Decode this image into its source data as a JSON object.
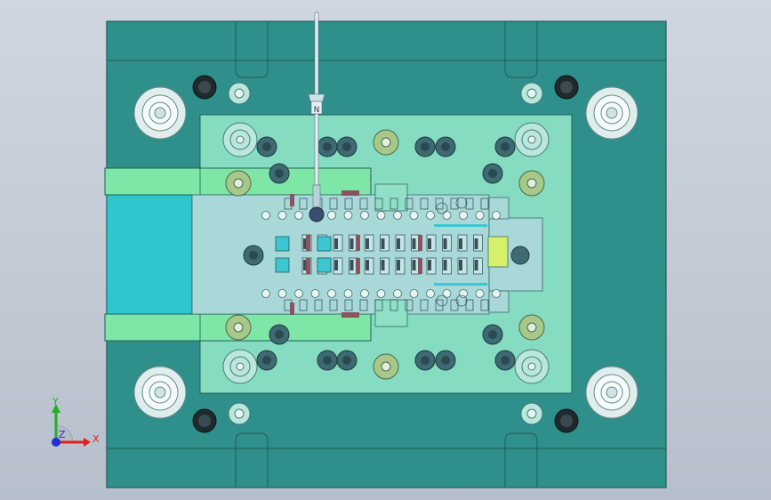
{
  "viewport": {
    "background_top": "#cfd6e0",
    "background_bottom": "#b6bfcb"
  },
  "model": {
    "colors": {
      "base_plate": "#2f8f8a",
      "base_edge": "#1f5e5b",
      "inner_plate": "#86dcc1",
      "strip_guide": "#7ee6a6",
      "feed_block": "#2ec7cf",
      "insert_plate": "#a8d8d8",
      "bolt_dark": "#1e2a2e",
      "guide_pin": "#dfeeed",
      "accent_yellow": "#d7f06a",
      "accent_cyan": "#3cc6d2",
      "punch_dark": "#3a4f58",
      "punch_red": "#8a5360"
    },
    "rod_label": "N"
  },
  "triad": {
    "x_label": "X",
    "y_label": "Y",
    "z_label": "Z",
    "x_color": "#e02020",
    "y_color": "#20b020",
    "z_color": "#2030d0"
  }
}
